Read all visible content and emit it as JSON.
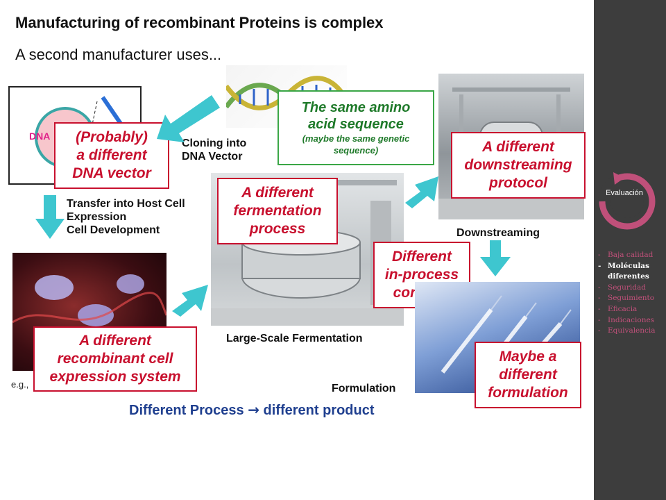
{
  "slide": {
    "title": "Manufacturing of recombinant Proteins is complex",
    "subtitle": "A second manufacturer uses..."
  },
  "diagram": {
    "dna_label": "DNA",
    "cloning_label": [
      "Cloning into",
      "DNA Vector"
    ],
    "transfer_label": [
      "Transfer into Host Cell",
      "Expression",
      "Cell Development"
    ],
    "downstreaming_label": "Downstreaming",
    "fermentation_label": "Large-Scale Fermentation",
    "formulation_label": "Formulation",
    "eg_label": "e.g.,",
    "conclusion_left": "Different Process",
    "conclusion_arrow": "→",
    "conclusion_right": "different product"
  },
  "callouts": {
    "dna_vector": [
      "(Probably)",
      "a different",
      "DNA vector"
    ],
    "amino_acid": {
      "main": [
        "The same amino",
        "acid sequence"
      ],
      "sub": [
        "(maybe the same genetic",
        "sequence)"
      ]
    },
    "downstreaming": [
      "A different",
      "downstreaming",
      "protocol"
    ],
    "fermentation": [
      "A different",
      "fermentation",
      "process"
    ],
    "in_process": [
      "Different",
      "in-process",
      "controls"
    ],
    "cell_system": [
      "A different",
      "recombinant cell",
      "expression system"
    ],
    "formulation": [
      "Maybe a",
      "different",
      "formulation"
    ]
  },
  "sidebar": {
    "cycle_label": "Evaluación",
    "items": [
      {
        "label": "Baja calidad",
        "active": false
      },
      {
        "label": "Moléculas diferentes",
        "active": true
      },
      {
        "label": "Seguridad",
        "active": false
      },
      {
        "label": "Seguimiento",
        "active": false
      },
      {
        "label": "Eficacia",
        "active": false
      },
      {
        "label": "Indicaciones",
        "active": false
      },
      {
        "label": "Equivalencia",
        "active": false
      }
    ]
  },
  "colors": {
    "callout_red": "#c8102e",
    "callout_green": "#3aa646",
    "arrow_teal": "#3ec6cf",
    "conclusion_blue": "#1f3f8f",
    "cycle_pink": "#c0507a",
    "sidebar_bg": "#3d3d3d"
  }
}
